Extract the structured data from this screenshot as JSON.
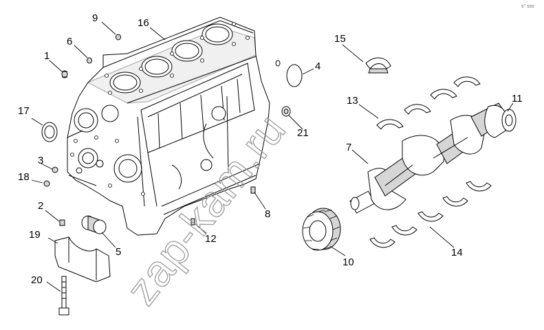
{
  "corner_mark": "s° sss",
  "watermark": "zap-kam.ru",
  "callouts": [
    "1",
    "2",
    "3",
    "4",
    "5",
    "6",
    "7",
    "8",
    "9",
    "10",
    "11",
    "12",
    "13",
    "14",
    "15",
    "16",
    "17",
    "18",
    "19",
    "20",
    "21"
  ]
}
